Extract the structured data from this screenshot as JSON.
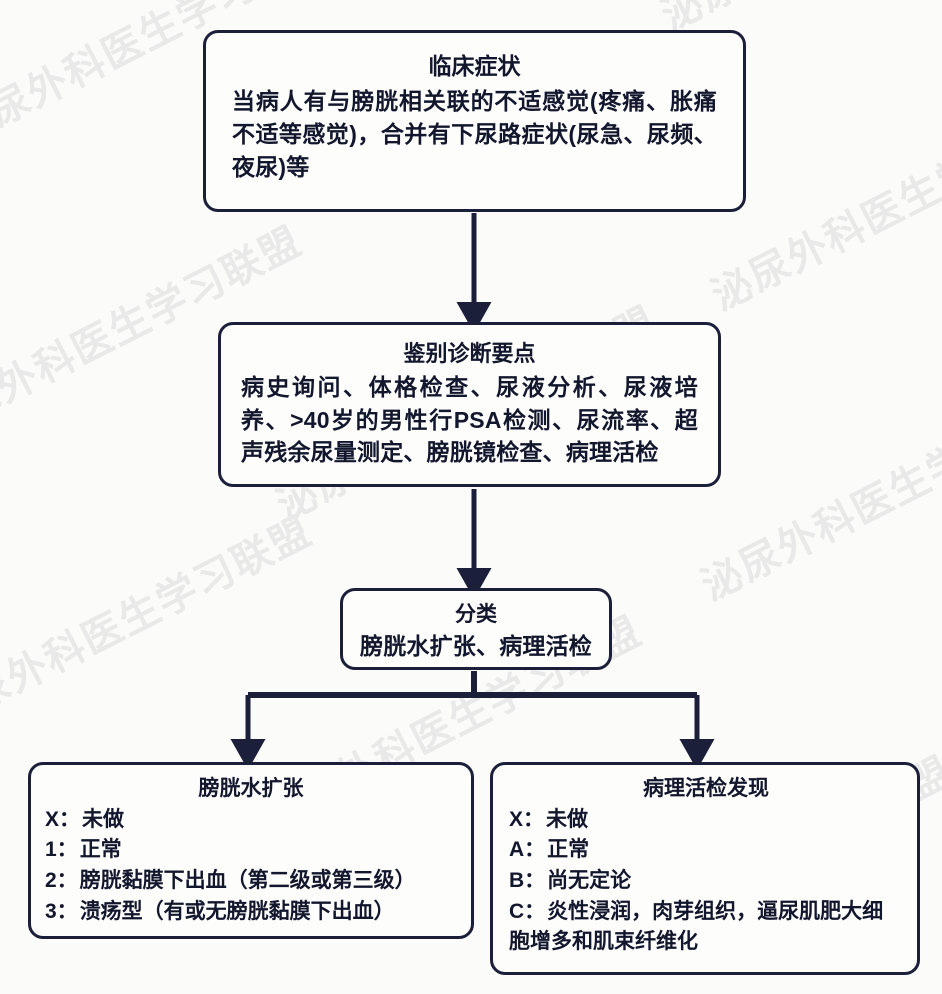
{
  "background_color": "#fbfbf9",
  "line_color": "#1b1f3a",
  "text_color": "#13172e",
  "watermark": {
    "text": "泌尿外科医生学习联盟",
    "color": "#e9e9ea",
    "rotation_deg": -27
  },
  "nodes": {
    "symptoms": {
      "title": "临床症状",
      "body": "当病人有与膀胱相关联的不适感觉(疼痛、胀痛不适等感觉)，合并有下尿路症状(尿急、尿频、夜尿)等"
    },
    "diagnosis": {
      "title": "鉴别诊断要点",
      "body": "病史询问、体格检查、尿液分析、尿液培养、>40岁的男性行PSA检测、尿流率、超声残余尿量测定、膀胱镜检查、病理活检"
    },
    "classification": {
      "title": "分类",
      "body": "膀胱水扩张、病理活检"
    },
    "hydrodistension": {
      "title": "膀胱水扩张",
      "items": [
        {
          "key": "X：",
          "value": "未做"
        },
        {
          "key": "1：",
          "value": "正常"
        },
        {
          "key": "2：",
          "value": "膀胱黏膜下出血（第二级或第三级）"
        },
        {
          "key": "3：",
          "value": "溃疡型（有或无膀胱黏膜下出血）"
        }
      ]
    },
    "biopsy": {
      "title": "病理活检发现",
      "items": [
        {
          "key": "X：",
          "value": "未做"
        },
        {
          "key": "A：",
          "value": "正常"
        },
        {
          "key": "B：",
          "value": "尚无定论"
        },
        {
          "key": "C：",
          "value": "炎性浸润，肉芽组织，逼尿肌肥大细胞增多和肌束纤维化"
        }
      ]
    }
  },
  "connectors": [
    {
      "name": "symptoms-to-diagnosis",
      "type": "arrow-down"
    },
    {
      "name": "diagnosis-to-classification",
      "type": "arrow-down"
    },
    {
      "name": "classification-split",
      "type": "split-down-two"
    }
  ]
}
